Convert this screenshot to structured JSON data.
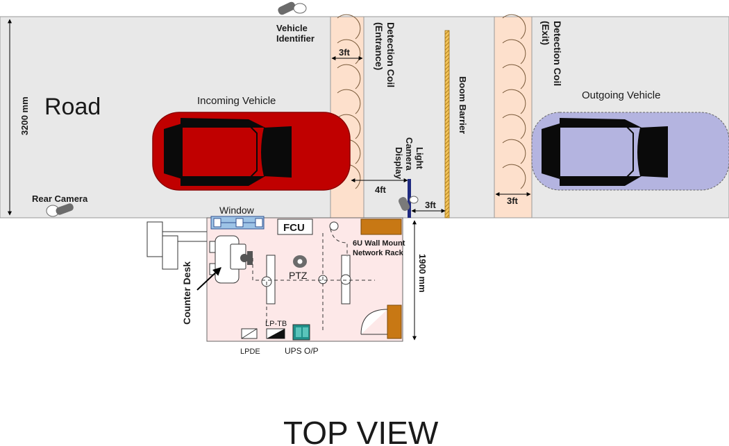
{
  "road": {
    "label": "Road",
    "width_label": "3200 mm"
  },
  "labels": {
    "vehicle_identifier": [
      "Vehicle",
      "Identifier"
    ],
    "coil_entrance": [
      "Detection Coil",
      "(Entrance)"
    ],
    "coil_exit": [
      "Detection Coil",
      "(Exit)"
    ],
    "boom_barrier": "Boom Barrier",
    "incoming_vehicle": "Incoming Vehicle",
    "outgoing_vehicle": "Outgoing Vehicle",
    "light": "Light",
    "camera": "Camera",
    "display": "Display",
    "rear_camera": "Rear Camera",
    "coil_width_entrance": "3ft",
    "coil_width_exit": "3ft",
    "gap_to_display": "4ft",
    "gap_to_barrier": "3ft"
  },
  "booth": {
    "window": "Window",
    "fcu": "FCU",
    "rack": [
      "6U Wall Mount",
      "Network Rack"
    ],
    "booth_depth": "1900 mm",
    "ptz": "PTZ",
    "counter_desk": "Counter Desk",
    "lp_tb": "LP-TB",
    "lpde": "LPDE",
    "ups": "UPS O/P"
  },
  "caption": "TOP VIEW",
  "colors": {
    "road": "#e8e8e8",
    "coil": "#fde0cc",
    "booth": "#fde8e8",
    "incoming_car": "#c00000",
    "outgoing_car": "#b4b4e0",
    "barrier": "#e8b84a",
    "rack": "#c87814",
    "window": "#9dc3e6"
  }
}
